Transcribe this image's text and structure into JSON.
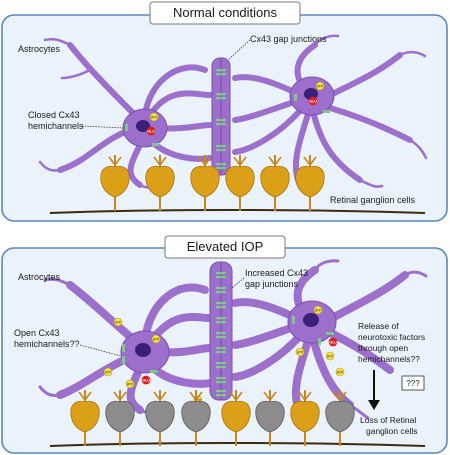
{
  "colors": {
    "panel_bg": "#eaf2fb",
    "panel_border": "#5b86c4",
    "astrocyte": "#9b6fcb",
    "astrocyte_dark": "#7a4fb0",
    "nucleus": "#3a1f78",
    "gap_junction": "#7ec98a",
    "atp": "#f7e14a",
    "glu": "#d8201e",
    "neuron_healthy": "#dca018",
    "neuron_damaged": "#8c8c8c",
    "axon": "#c8861c"
  },
  "top_panel": {
    "title": "Normal conditions",
    "astrocytes_label": "Astrocytes",
    "gap_junctions_label": "Cx43 gap junctions",
    "hemichannels_label_line1": "Closed Cx43",
    "hemichannels_label_line2": "hemichannels",
    "rgc_label": "Retinal ganglion cells"
  },
  "bottom_panel": {
    "title": "Elevated IOP",
    "astrocytes_label": "Astrocytes",
    "gap_junctions_label_line1": "Increased Cx43",
    "gap_junctions_label_line2": "gap junctions",
    "hemichannels_label_line1": "Open Cx43",
    "hemichannels_label_line2": "hemichannels??",
    "release_line1": "Release of",
    "release_line2": "neurotoxic factors",
    "release_line3": "through open",
    "release_line4": "hemichannels??",
    "unknown_box": "???",
    "loss_line1": "Loss of Retinal",
    "loss_line2": "ganglion cells"
  },
  "molecules": {
    "atp": "ATP",
    "glu": "GLU"
  }
}
